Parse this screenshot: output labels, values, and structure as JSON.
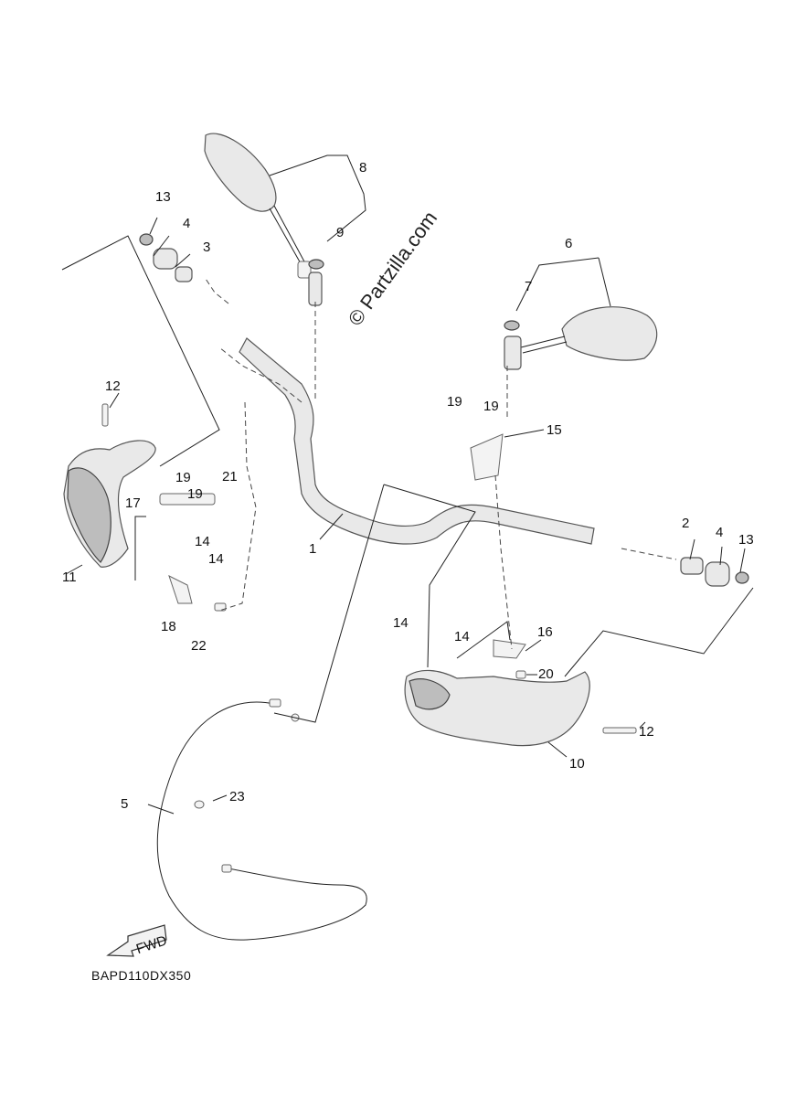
{
  "watermark": "© Partzilla.com",
  "diagram_code": "BAPD110DX350",
  "fwd_label": "FWD",
  "callouts": {
    "c1": "1",
    "c2": "2",
    "c3": "3",
    "c4a": "4",
    "c4b": "4",
    "c5": "5",
    "c6": "6",
    "c7": "7",
    "c8": "8",
    "c9": "9",
    "c10": "10",
    "c11": "11",
    "c12a": "12",
    "c12b": "12",
    "c13a": "13",
    "c13b": "13",
    "c14a": "14",
    "c14b": "14",
    "c14c": "14",
    "c14d": "14",
    "c15": "15",
    "c16": "16",
    "c17": "17",
    "c18": "18",
    "c19a": "19",
    "c19b": "19",
    "c19c": "19",
    "c19d": "19",
    "c20": "20",
    "c21": "21",
    "c22": "22",
    "c23": "23"
  }
}
